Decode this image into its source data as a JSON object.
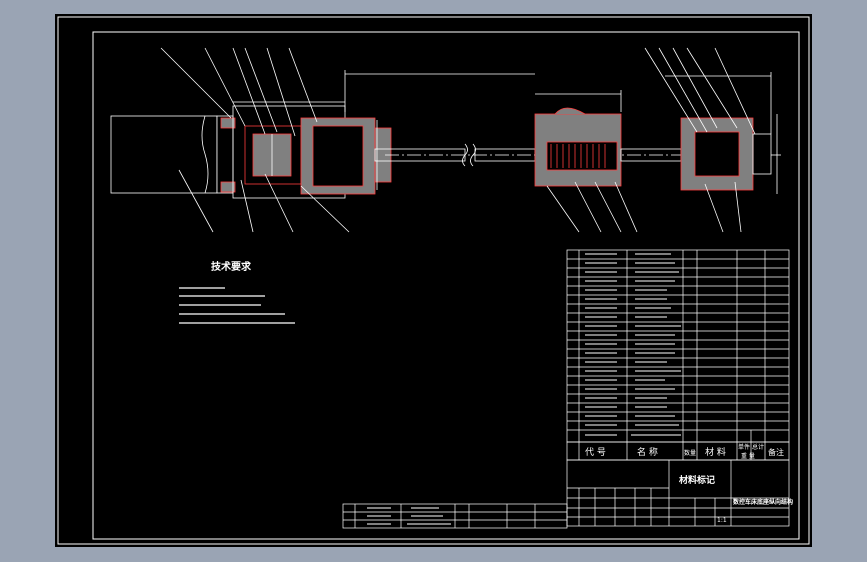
{
  "colors": {
    "background_outer": "#9aa4b4",
    "sheet": "#000000",
    "line": "#ffffff",
    "hatch": "#ff3b3b",
    "section": "#808080"
  },
  "technical_requirements": {
    "title": "技术要求"
  },
  "parts_table": {
    "header": {
      "code": "代 号",
      "name": "名 称",
      "qty": "数量",
      "material": "材 料",
      "unit": "单件",
      "total": "总计",
      "weight": "重 量",
      "note": "备注"
    }
  },
  "title_block": {
    "material_mark": "材料标记",
    "drawing_title": "数控车床底座纵向结构",
    "scale_value": "1:1"
  }
}
